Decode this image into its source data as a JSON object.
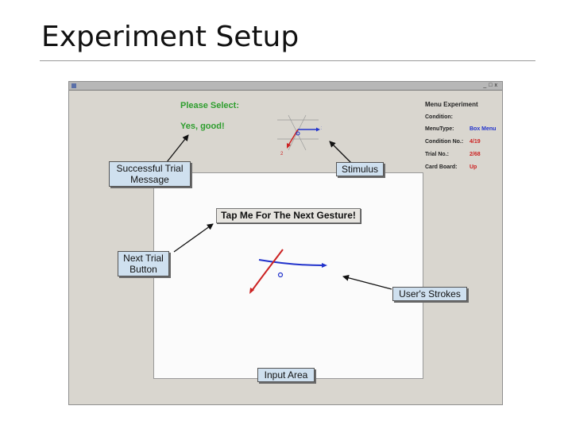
{
  "slide": {
    "title": "Experiment Setup"
  },
  "app": {
    "please_select": "Please Select:",
    "success_message": "Yes, good!",
    "next_button": "Tap Me For The Next Gesture!",
    "info": {
      "heading": "Menu Experiment",
      "condition_label": "Condition:",
      "rows": [
        {
          "key": "MenuType:",
          "value": "Box Menu"
        },
        {
          "key": "Condition No.:",
          "value": "4/19"
        },
        {
          "key": "Trial No.:",
          "value": "2/68"
        },
        {
          "key": "Card Board:",
          "value": "Up"
        }
      ]
    },
    "stimulus_labels": {
      "first": "1",
      "second": "2"
    }
  },
  "callouts": {
    "successful_trial": "Successful Trial Message",
    "stimulus": "Stimulus",
    "next_trial": "Next Trial Button",
    "users_strokes": "User's Strokes",
    "input_area": "Input Area"
  },
  "colors": {
    "success_green": "#2e9e2e",
    "stroke_red": "#cc2222",
    "stroke_blue": "#2233cc",
    "callout_fill": "#cfe0ef"
  }
}
